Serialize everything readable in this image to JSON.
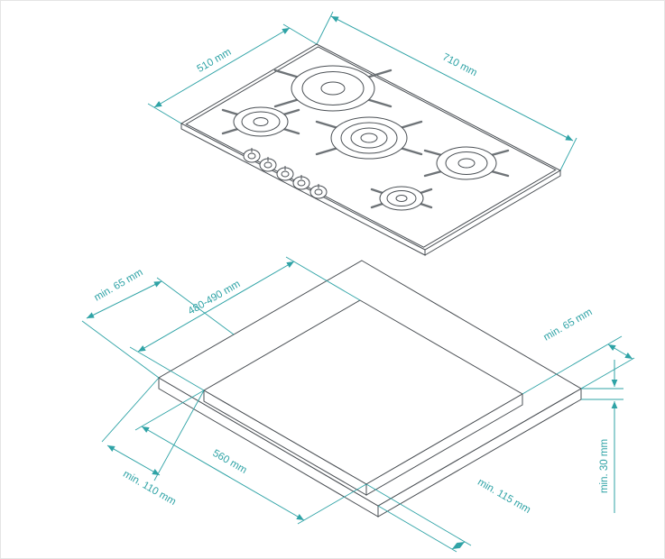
{
  "diagram": {
    "title_semantic": "gas-hob-installation-dimensions",
    "hob": {
      "width_label": "510 mm",
      "length_label": "710 mm"
    },
    "cutout": {
      "top_left_clearance": "min. 65 mm",
      "cutout_width": "480-490 mm",
      "right_clearance": "min. 65 mm",
      "cutout_length": "560 mm",
      "left_clearance": "min. 110 mm",
      "bottom_clearance": "min. 115 mm",
      "worktop_thickness": "min. 30 mm"
    },
    "colors": {
      "dimension_accent": "#2fa3a6",
      "drawing_line": "#4a4f54",
      "background": "#ffffff"
    }
  }
}
